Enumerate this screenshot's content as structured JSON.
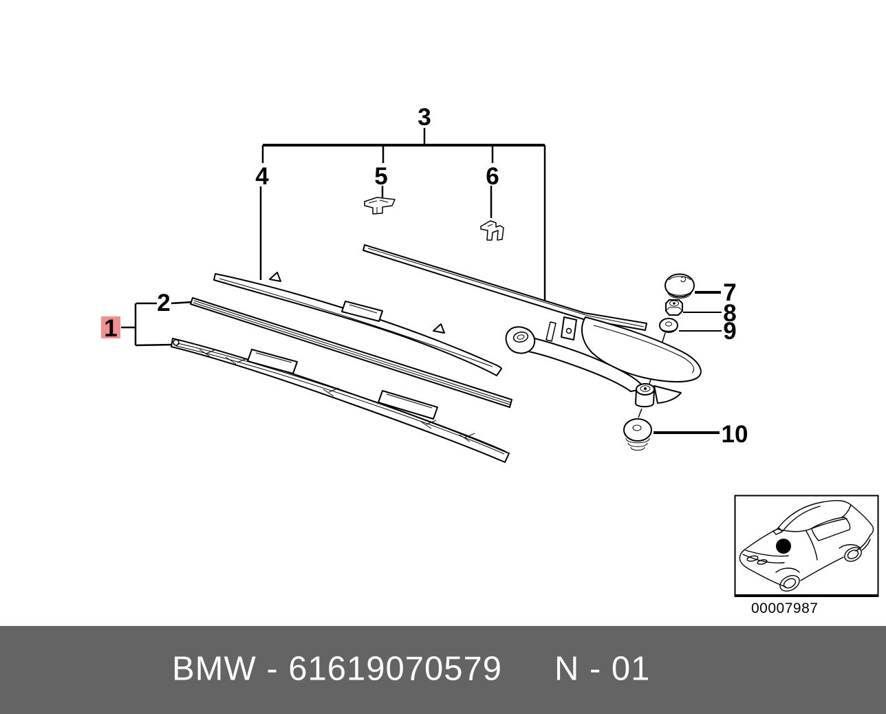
{
  "diagram": {
    "labels": {
      "n1": "1",
      "n2": "2",
      "n3": "3",
      "n4": "4",
      "n5": "5",
      "n6": "6",
      "n7": "7",
      "n8": "8",
      "n9": "9",
      "n10": "10"
    },
    "highlighted_label": "1",
    "inset_code": "00007987"
  },
  "footer": {
    "catalog_text": "BMW - 61619070579",
    "sheet_text": "N - 01"
  },
  "colors": {
    "highlight_bg": "#f28f8f",
    "highlight_fg": "#8c1a1a",
    "footer_bg": "#646464",
    "footer_fg": "#ffffff",
    "line": "#000000",
    "background": "#ffffff"
  }
}
